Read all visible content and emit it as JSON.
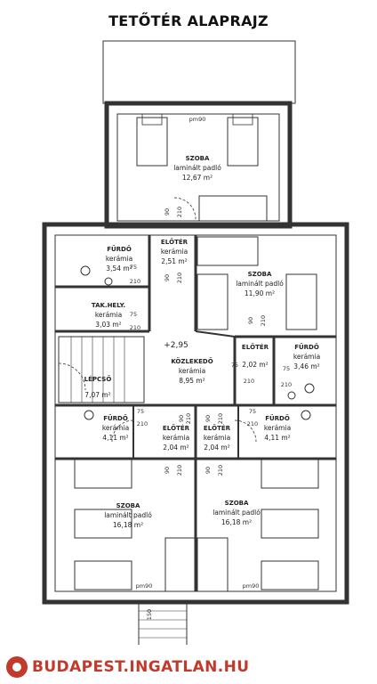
{
  "title": "TETŐTÉR ALAPRAJZ",
  "rooms": {
    "szoba_top": {
      "name": "SZOBA",
      "floor": "laminált padló",
      "area": "12,67 m²"
    },
    "furdo_1": {
      "name": "FÜRDŐ",
      "floor": "kerámia",
      "area": "3,54 m²"
    },
    "eloter_1": {
      "name": "ELŐTÉR",
      "floor": "kerámia",
      "area": "2,51 m²"
    },
    "szoba_mid": {
      "name": "SZOBA",
      "floor": "laminált padló",
      "area": "11,90 m²"
    },
    "takhely": {
      "name": "TAK.HELY.",
      "floor": "kerámia",
      "area": "3,03 m²"
    },
    "lepcso": {
      "name": "LÉPCSŐ",
      "floor": "",
      "area": "7,07 m²"
    },
    "kozlekedo": {
      "name": "KÖZLEKEDŐ",
      "floor": "kerámia",
      "area": "8,95 m²"
    },
    "eloter_2": {
      "name": "ELŐTÉR",
      "floor": "",
      "area": "2,02 m²"
    },
    "furdo_2": {
      "name": "FÜRDŐ",
      "floor": "kerámia",
      "area": "3,46 m²"
    },
    "furdo_3": {
      "name": "FÜRDŐ",
      "floor": "kerámia",
      "area": "4,11 m²"
    },
    "eloter_3": {
      "name": "ELŐTÉR",
      "floor": "kerámia",
      "area": "2,04 m²"
    },
    "eloter_4": {
      "name": "ELŐTÉR",
      "floor": "kerámia",
      "area": "2,04 m²"
    },
    "furdo_4": {
      "name": "FÜRDŐ",
      "floor": "kerámia",
      "area": "4,11 m²"
    },
    "szoba_bl": {
      "name": "SZOBA",
      "floor": "laminált padló",
      "area": "16,18 m²"
    },
    "szoba_br": {
      "name": "SZOBA",
      "floor": "laminált padló",
      "area": "16,18 m²"
    }
  },
  "level": "+2,95",
  "dims": {
    "pm90": "pm90",
    "d90": "90",
    "d210": "210",
    "d75": "75",
    "d150": "150"
  },
  "watermark": "BUDAPEST.INGATLAN.HU",
  "colors": {
    "line": "#333333",
    "watermark": "#c23a2b"
  }
}
